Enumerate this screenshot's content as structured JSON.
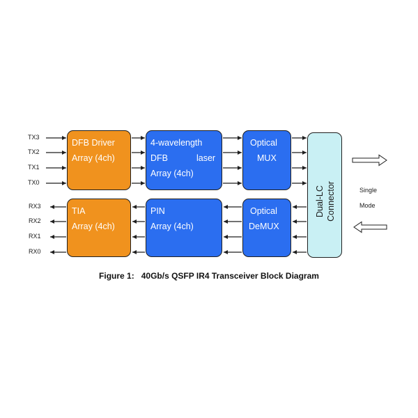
{
  "signals": {
    "tx": [
      "TX3",
      "TX2",
      "TX1",
      "TX0"
    ],
    "rx": [
      "RX3",
      "RX2",
      "RX1",
      "RX0"
    ]
  },
  "blocks": {
    "dfb_driver": {
      "line1": "DFB Driver",
      "line2": "Array (4ch)"
    },
    "dfb_laser": {
      "line1": "4-wavelength",
      "line2_a": "DFB",
      "line2_b": "laser",
      "line3": "Array (4ch)"
    },
    "optical_mux": {
      "line1": "Optical",
      "line2": "MUX"
    },
    "tia": {
      "line1": "TIA",
      "line2": "Array (4ch)"
    },
    "pin": {
      "line1": "PIN",
      "line2": "Array (4ch)"
    },
    "optical_demux": {
      "line1": "Optical",
      "line2": "DeMUX"
    },
    "connector": {
      "line1": "Dual-LC",
      "line2": "Connector"
    }
  },
  "side_label": {
    "line1": "Single",
    "line2": "Mode"
  },
  "caption": "Figure 1:   40Gb/s QSFP IR4 Transceiver Block Diagram",
  "colors": {
    "orange": "#f0921e",
    "blue": "#2b6ef0",
    "cyan": "#c9f0f4",
    "line": "#1f1f1f"
  }
}
